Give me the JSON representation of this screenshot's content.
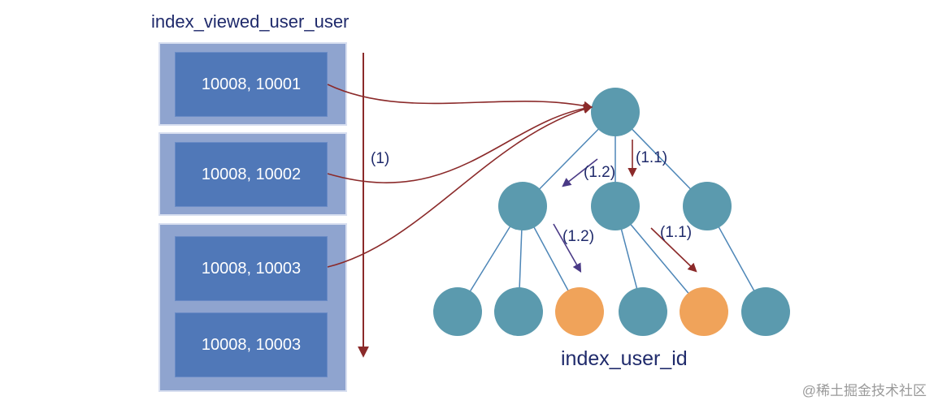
{
  "left_title": "index_viewed_user_user",
  "right_title": "index_user_id",
  "records": [
    "10008, 10001",
    "10008, 10002",
    "10008, 10003",
    "10008, 10003"
  ],
  "labels": {
    "scan": "(1)",
    "step_1_1_a": "(1.1)",
    "step_1_2_a": "(1.2)",
    "step_1_2_b": "(1.2)",
    "step_1_1_b": "(1.1)"
  },
  "watermark": "@稀土掘金技术社区",
  "colors": {
    "node_teal": "#5b9aae",
    "node_orange": "#f0a35a",
    "arrow_red": "#8b2a2a",
    "arrow_purple": "#4a3a86",
    "edge_blue": "#4d86b7"
  }
}
